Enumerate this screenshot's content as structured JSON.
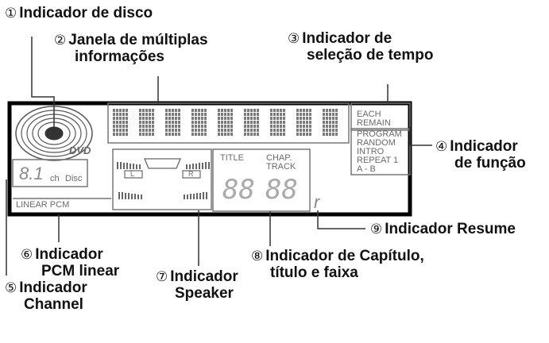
{
  "callouts": {
    "c1": {
      "num": "①",
      "line1": "Indicador de disco",
      "line2": ""
    },
    "c2": {
      "num": "②",
      "line1": "Janela de múltiplas",
      "line2": "informações"
    },
    "c3": {
      "num": "③",
      "line1": "Indicador de",
      "line2": "seleção de tempo"
    },
    "c4": {
      "num": "④",
      "line1": "Indicador",
      "line2": "de função"
    },
    "c5": {
      "num": "⑤",
      "line1": "Indicador",
      "line2": "Channel"
    },
    "c6": {
      "num": "⑥",
      "line1": "Indicador",
      "line2": "PCM linear"
    },
    "c7": {
      "num": "⑦",
      "line1": "Indicador",
      "line2": "Speaker"
    },
    "c8": {
      "num": "⑧",
      "line1": "Indicador de Capítulo,",
      "line2": "título e faixa"
    },
    "c9": {
      "num": "⑨",
      "line1": "Indicador Resume",
      "line2": ""
    }
  },
  "display": {
    "dvd_logo": "DVD",
    "channel_digits": "8.1",
    "channel_unit": "ch",
    "channel_disc": "Disc",
    "linear_pcm": "LINEAR  PCM",
    "speaker_left": "L",
    "speaker_right": "R",
    "title_label": "TITLE",
    "chap_label": "CHAP.",
    "track_label": "TRACK",
    "counter_left": "88",
    "counter_right": "88",
    "time_each": "EACH",
    "time_remain": "REMAIN",
    "fn_program": "PROGRAM",
    "fn_random": "RANDOM",
    "fn_intro": "INTRO",
    "fn_repeat": "REPEAT  1",
    "fn_ab": "A - B",
    "resume_glyph": "r"
  }
}
